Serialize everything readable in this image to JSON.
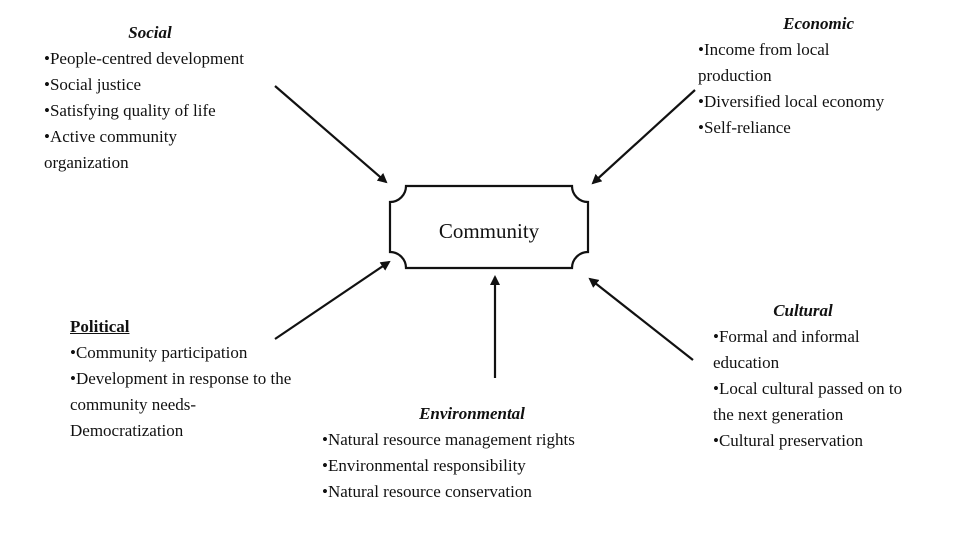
{
  "center": {
    "label": "Community"
  },
  "social": {
    "heading": "Social",
    "items": [
      "People-centred development",
      "Social justice",
      "Satisfying quality of life",
      "Active community organization"
    ]
  },
  "economic": {
    "heading": "Economic",
    "items": [
      "Income from local production",
      "Diversified local economy",
      "Self-reliance"
    ]
  },
  "political": {
    "heading": "Political",
    "items": [
      "Community participation",
      "Development in response to the community needs-Democratization"
    ]
  },
  "environmental": {
    "heading": "Environmental",
    "items": [
      "Natural resource management rights",
      "Environmental responsibility",
      "Natural resource conservation"
    ]
  },
  "cultural": {
    "heading": "Cultural",
    "items": [
      "Formal and informal education",
      "Local cultural passed on to the next generation",
      "Cultural preservation"
    ]
  }
}
